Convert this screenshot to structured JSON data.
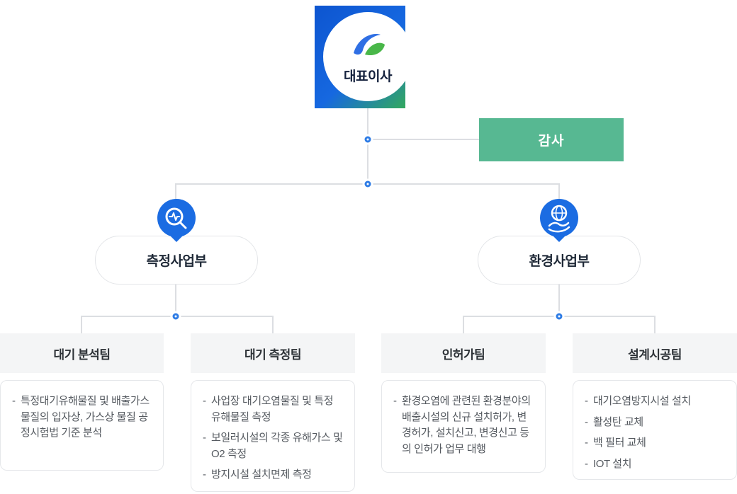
{
  "ceo": {
    "label": "대표이사"
  },
  "auditor": {
    "label": "감사"
  },
  "divisions": [
    {
      "label": "측정사업부",
      "icon": "magnifier-waveform-icon"
    },
    {
      "label": "환경사업부",
      "icon": "hand-globe-icon"
    }
  ],
  "teams": [
    {
      "label": "대기 분석팀",
      "items": [
        "특정대기유해물질 및 배출가스물질의 입자상, 가스상 물질 공정시험법 기준 분석"
      ]
    },
    {
      "label": "대기 측정팀",
      "items": [
        "사업장 대기오염물질 및 특정 유해물질 측정",
        "보일러시설의 각종 유해가스 및 O2 측정",
        "방지시설 설치면제 측정"
      ]
    },
    {
      "label": "인허가팀",
      "items": [
        "환경오염에 관련된 환경분야의 배출시설의 신규 설치허가, 변경허가, 설치신고, 변경신고 등의 인허가 업무 대행"
      ]
    },
    {
      "label": "설계시공팀",
      "items": [
        "대기오염방지시설 설치",
        "활성탄 교체",
        "백 필터 교체",
        "IOT 설치"
      ]
    }
  ],
  "colors": {
    "auditor_bg": "#57b892",
    "badge_blue": "#1b6ce2",
    "ceo_gradient_start": "#0d55d0",
    "ceo_gradient_end": "#33a95d",
    "line_gray": "#dcdee2"
  }
}
